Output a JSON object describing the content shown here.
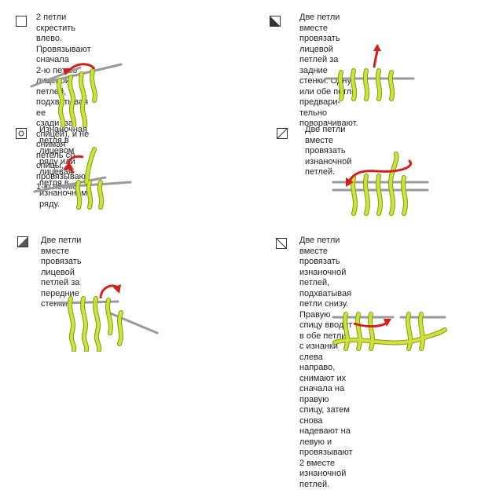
{
  "colors": {
    "yarn": "#cfe23a",
    "yarn_outline": "#7f9c10",
    "needle": "#9a9a9a",
    "arrow": "#d0211d"
  },
  "cells": [
    {
      "symbol": "empty-square",
      "lines": [
        "2 петли скрестить влево. Провязывают сначала",
        "2-ю петлю лицевой петлей, подхватывая ее",
        "сзади (за спицей), и не снимая петель со спицы,",
        "провязывают 1-ю петлю."
      ]
    },
    {
      "symbol": "triangle-bottom-left-filled",
      "lines": [
        "Две петли вместе провязать лицевой петлей за",
        "задние стенки. Одну или обе петли предвари-",
        "тельно поворачивают."
      ]
    },
    {
      "symbol": "circle-in-square",
      "lines": [
        "Изнаночная петля в лицевом ряду или лицевая",
        "петля в изнаночном ряду."
      ]
    },
    {
      "symbol": "diagonal-slash",
      "lines": [
        "Две петли вместе провязать изнаночной",
        "петлей."
      ]
    },
    {
      "symbol": "triangle-bottom-right-filled",
      "lines": [
        "Две петли вместе провязать лицевой петлей за",
        "передние стенки."
      ]
    },
    {
      "symbol": "diagonal-backslash",
      "lines": [
        "Две петли вместе провязать изнаночной",
        "петлей, подхватывая петли снизу. Правую",
        "спицу вводят в обе петли с изнанки слева",
        "направо, снимают их сначала на правую",
        "спицу, затем снова надевают на левую и",
        "провязывают 2 вместе изнаночной петлей."
      ]
    }
  ]
}
